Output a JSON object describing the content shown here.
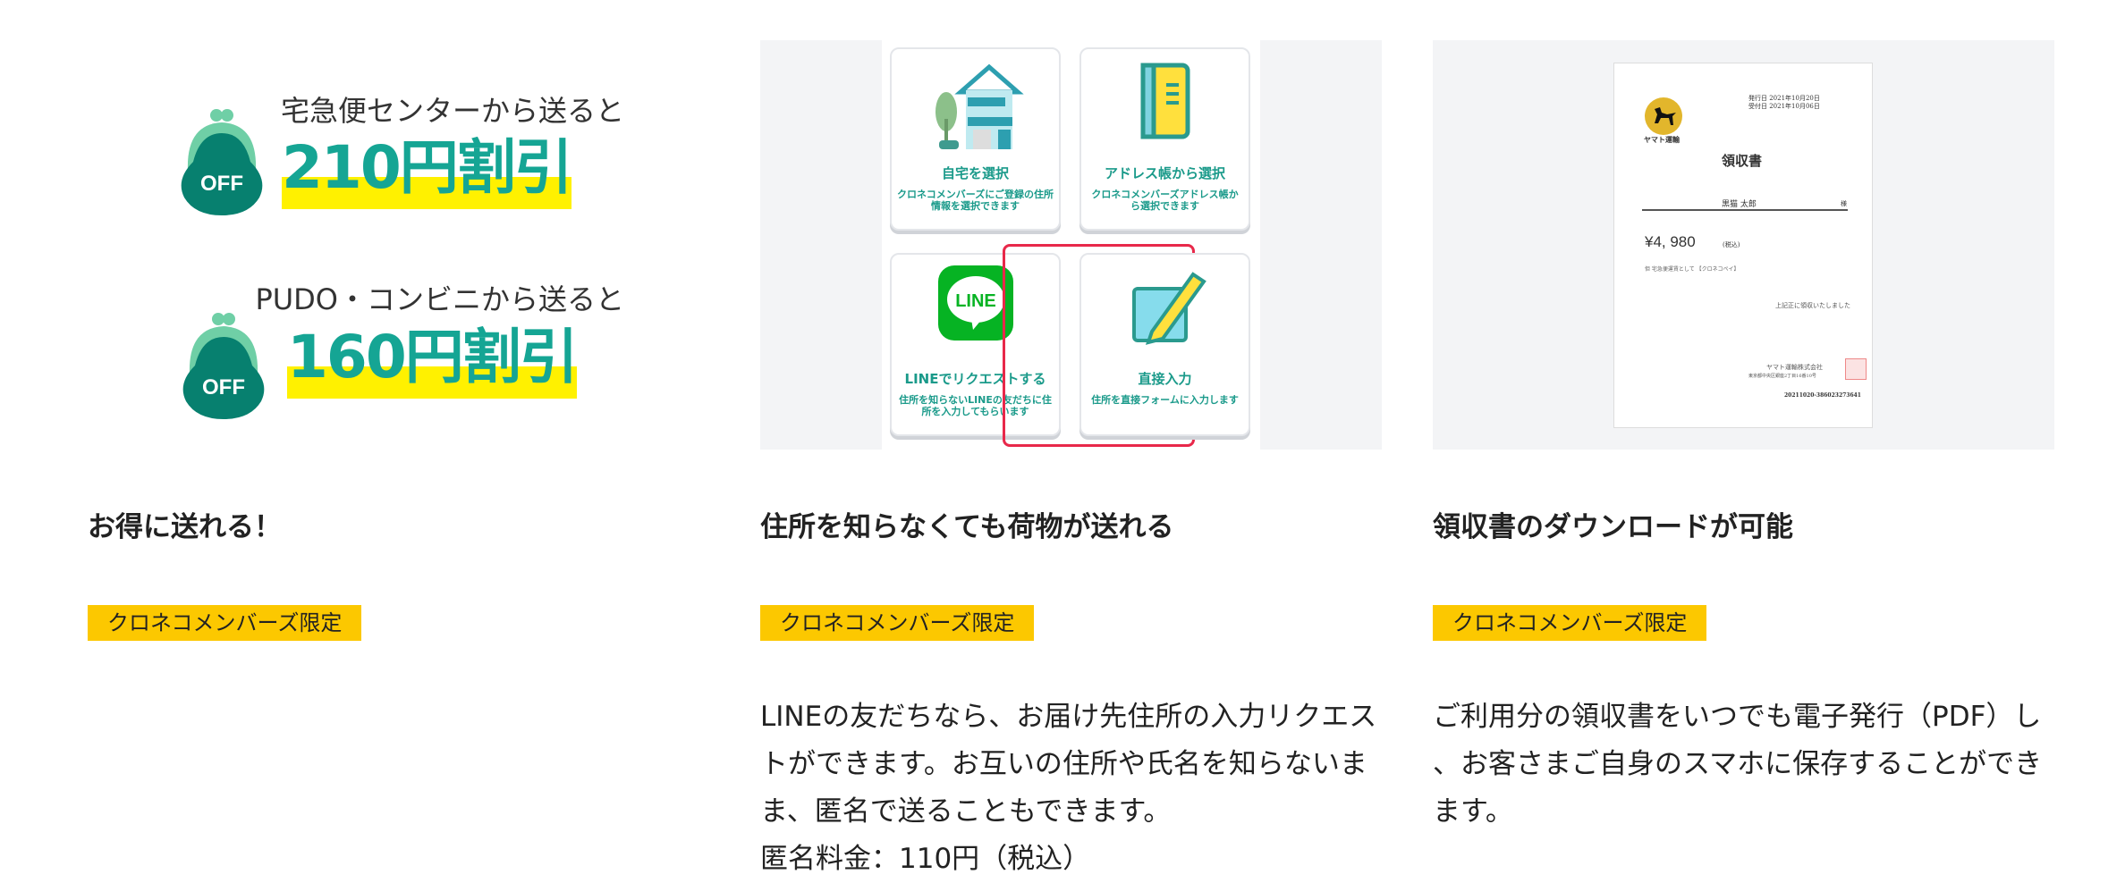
{
  "features": [
    {
      "title": "お得に送れる！",
      "badge": "クロネコメンバーズ限定",
      "promos": [
        {
          "heading": "宅急便センターから送ると",
          "discount": "210円割引",
          "icon_label": "OFF"
        },
        {
          "heading": "PUDO・コンビニから送ると",
          "discount": "160円割引",
          "icon_label": "OFF"
        }
      ]
    },
    {
      "title": "住所を知らなくても荷物が送れる",
      "badge": "クロネコメンバーズ限定",
      "body": "LINEの友だちなら、お届け先住所の入力リクエストができます。お互いの住所や氏名を知らないまま、匿名で送ることもできます。",
      "body_extra": "匿名料金：110円（税込）",
      "cards": [
        {
          "title": "自宅を選択",
          "sub": "クロネコメンバーズにご登録の住所情報を選択できます",
          "icon": "house-icon"
        },
        {
          "title": "アドレス帳から選択",
          "sub": "クロネコメンバーズアドレス帳から選択できます",
          "icon": "address-book-icon"
        },
        {
          "title": "LINEでリクエストする",
          "sub": "住所を知らないLINEの友だちに住所を入力してもらいます",
          "icon": "line-icon",
          "icon_text": "LINE",
          "highlighted": true
        },
        {
          "title": "直接入力",
          "sub": "住所を直接フォームに入力します",
          "icon": "pencil-icon"
        }
      ]
    },
    {
      "title": "領収書のダウンロードが可能",
      "badge": "クロネコメンバーズ限定",
      "body": "ご利用分の領収書をいつでも電子発行（PDF）し、お客さまご自身のスマホに保存することができます。",
      "receipt": {
        "issue_date": "発行日 2021年10月20日",
        "accept_date": "受付日 2021年10月06日",
        "logo_text": "ヤマト運輸",
        "heading": "領収書",
        "name": "黒猫 太郎",
        "honorific": "様",
        "amount": "¥4, 980",
        "tax": "(税込)",
        "purpose": "但 宅急便運賃として 【クロネコペイ】",
        "received": "上記正に領収いたしました",
        "company": "ヤマト運輸株式会社",
        "address": "東京都中央区銀座2丁目16番10号",
        "number": "20211020-386023273641"
      }
    }
  ],
  "colors": {
    "teal": "#15a594",
    "dark_teal": "#07806f",
    "badge": "#fcc800",
    "highlight": "#fff100",
    "red": "#e8284a",
    "line_green": "#06b323"
  }
}
